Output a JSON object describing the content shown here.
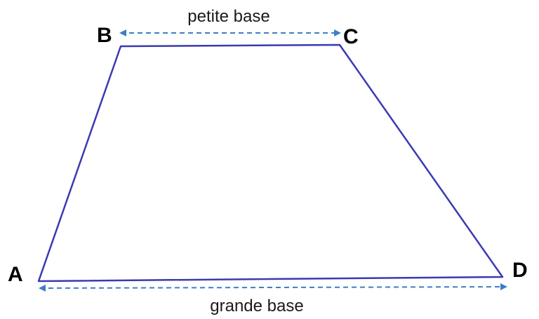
{
  "colors": {
    "trapezoid_stroke": "#3a3ab4",
    "arrow": "#3b7fc4",
    "text": "#000000"
  },
  "vertices": {
    "A": "A",
    "B": "B",
    "C": "C",
    "D": "D"
  },
  "labels": {
    "small_base": "petite base",
    "large_base": "grande base"
  }
}
